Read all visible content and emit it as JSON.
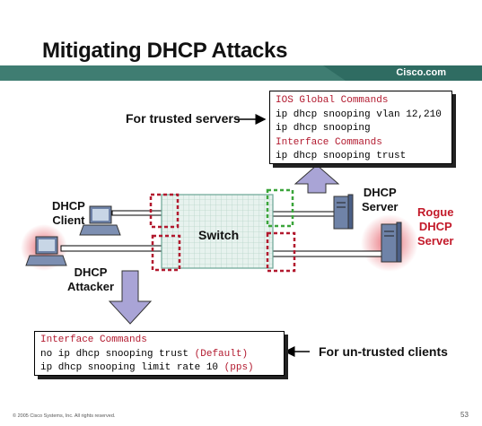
{
  "title": "Mitigating DHCP Attacks",
  "brand": "Cisco.com",
  "colors": {
    "teal": "#2f6c62",
    "rogue_red": "#c31a2a",
    "trust_green": "#3aa53a",
    "untrust_red": "#b2192e",
    "arrow_fill": "#a9a4d6"
  },
  "top_box": {
    "global_header": "IOS Global Commands",
    "global_lines": [
      "ip dhcp snooping vlan 12,210",
      "ip dhcp snooping"
    ],
    "interface_header": "Interface Commands",
    "interface_lines": [
      "ip dhcp snooping trust"
    ]
  },
  "bottom_box": {
    "header": "Interface Commands",
    "line1_cmd": "no ip dhcp snooping trust ",
    "line1_note": "(Default)",
    "line2_cmd": "ip dhcp snooping limit rate 10 ",
    "line2_note": "(pps)"
  },
  "labels": {
    "trusted": "For trusted servers",
    "untrusted": "For un-trusted clients",
    "switch": "Switch",
    "client": [
      "DHCP",
      "Client"
    ],
    "attacker": [
      "DHCP",
      "Attacker"
    ],
    "server": [
      "DHCP",
      "Server"
    ],
    "rogue": [
      "Rogue",
      "DHCP",
      "Server"
    ]
  },
  "icons": [
    "client-pc-icon",
    "attacker-pc-icon",
    "server-tower-icon",
    "rogue-server-icon",
    "up-arrow-icon",
    "down-arrow-icon"
  ],
  "footer": "© 2005 Cisco Systems, Inc. All rights reserved.",
  "page_number": "53"
}
